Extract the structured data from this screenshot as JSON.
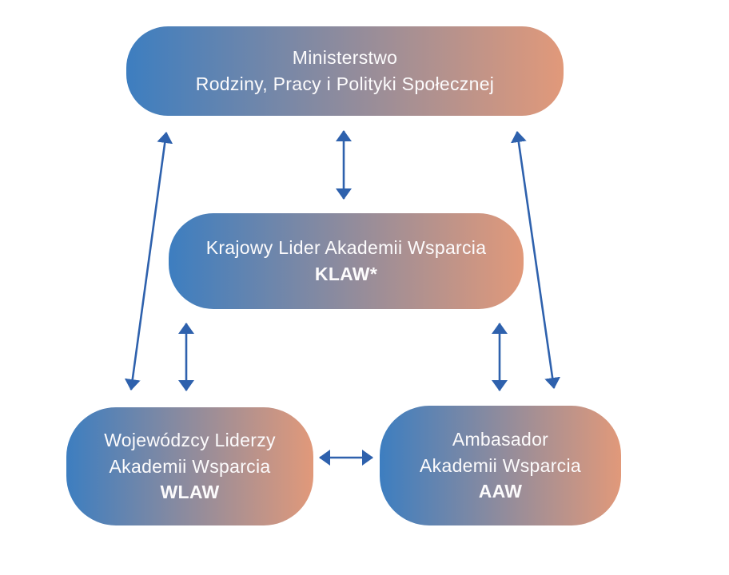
{
  "colors": {
    "gradient_start": "#3D7EC0",
    "gradient_end": "#E1997A",
    "arrow": "#2E61AD",
    "text": "#FCFBFC"
  },
  "nodes": {
    "ministry": {
      "line1": "Ministerstwo",
      "line2": "Rodziny, Pracy i Polityki Społecznej"
    },
    "klaw": {
      "line1": "Krajowy Lider Akademii Wsparcia",
      "acronym": "KLAW*"
    },
    "wlaw": {
      "line1": "Wojewódzcy Liderzy",
      "line2": "Akademii Wsparcia",
      "acronym": "WLAW"
    },
    "aaw": {
      "line1": "Ambasador",
      "line2": "Akademii Wsparcia",
      "acronym": "AAW"
    }
  }
}
